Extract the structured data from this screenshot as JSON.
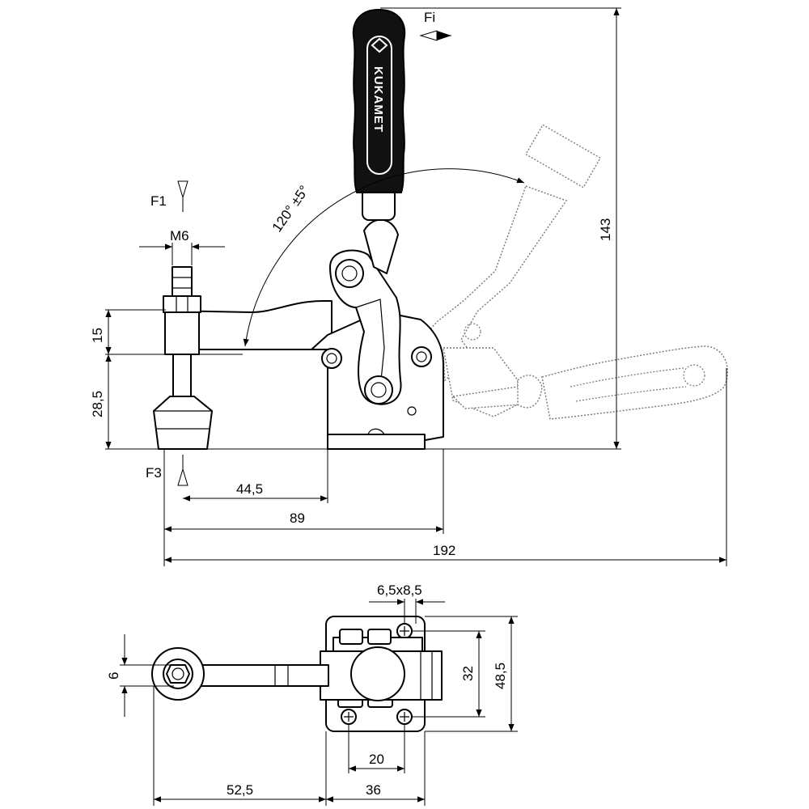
{
  "side_view": {
    "brand_on_handle": "KUKAMET",
    "force_handle": "Fi",
    "force_top": "F1",
    "force_bottom": "F3",
    "thread": "M6",
    "angle": "120° ±5°",
    "dim_height_total": "143",
    "dim_spindle_height": "15",
    "dim_base_height": "28,5",
    "dim_spindle_to_base": "44,5",
    "dim_spindle_to_back": "89",
    "dim_overall_length": "192"
  },
  "top_view": {
    "dim_slot": "6,5x8,5",
    "dim_hole_spacing_vertical": "32",
    "dim_base_width": "48,5",
    "dim_spindle_offset": "6",
    "dim_hole_spacing_horizontal": "20",
    "dim_arm_reach": "52,5",
    "dim_base_length": "36"
  }
}
